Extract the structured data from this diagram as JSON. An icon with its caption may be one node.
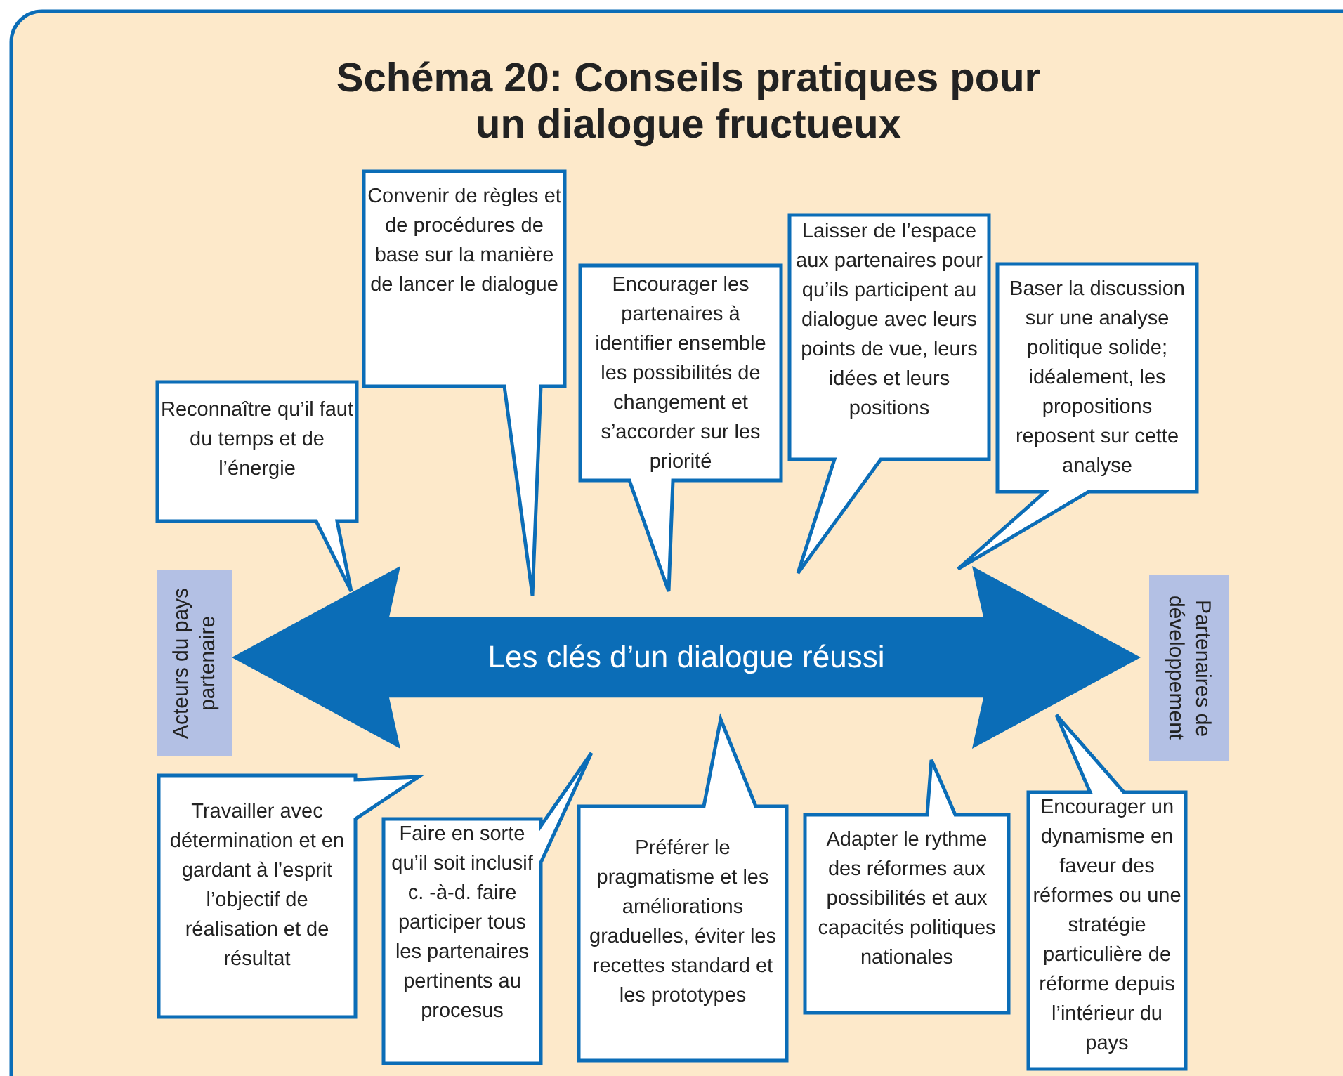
{
  "diagram": {
    "title": "Schéma 20: Conseils pratiques pour un dialogue fructueux",
    "nodes": [
      {
        "text": [
          "Les clés d’un dialogue réussi"
        ]
      },
      {
        "text": [
          "Acteurs du pays partenaire"
        ]
      },
      {
        "text": [
          "Partenaires de développement"
        ]
      },
      {
        "text": [
          "Reconnaître qu’il faut du temps et de l’énergie"
        ]
      },
      {
        "text": [
          "Convenir de règles et de procédures de base sur la manière de lancer le dialogue"
        ]
      },
      {
        "text": [
          "Encourager les partenaires à identifier ensemble les possibilités de changement et s’accorder sur les priorité"
        ]
      },
      {
        "text": [
          "Laisser de l’espace aux partenaires pour qu’ils participent au dialogue avec leurs points de vue, leurs idées et leurs positions"
        ]
      },
      {
        "text": [
          "Baser la discussion sur une analyse politique solide; idéalement, les propositions reposent sur cette analyse"
        ]
      },
      {
        "text": [
          "Travailler avec détermination et en gardant à l’esprit l’objectif de réalisation et de résultat"
        ]
      },
      {
        "text": [
          "Faire en sorte qu’il soit inclusif c. -à-d. faire participer tous les partenaires pertinents au procesus"
        ]
      },
      {
        "text": [
          "Préférer le pragmatisme et les améliorations graduelles, éviter les recettes standard et les prototypes"
        ]
      },
      {
        "text": [
          "Adapter le rythme des réformes aux possibilités et aux capacités politiques nationales"
        ]
      },
      {
        "text": [
          "Encourager un dynamisme en faveur des réformes ou une stratégie particulière de réforme depuis l’intérieur du pays"
        ]
      }
    ]
  }
}
